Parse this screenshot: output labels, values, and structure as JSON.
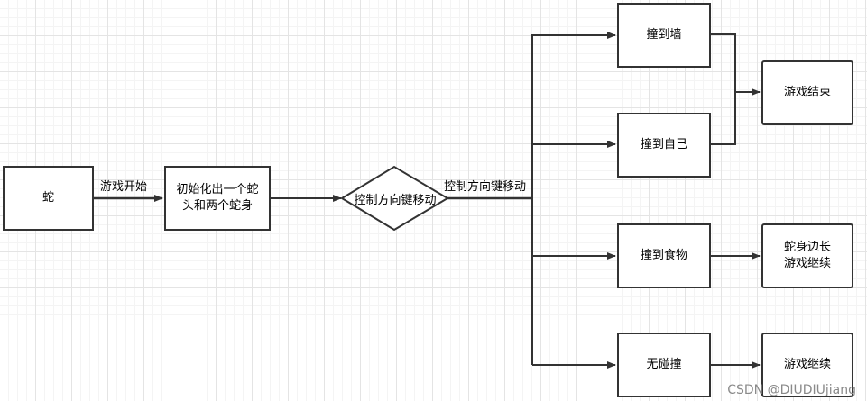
{
  "nodes": {
    "snake": "蛇",
    "init": "初始化出一个蛇\n头和两个蛇身",
    "control": "控制方向键移动",
    "hit_wall": "撞到墙",
    "hit_self": "撞到自己",
    "hit_food": "撞到食物",
    "no_collision": "无碰撞",
    "game_over": "游戏结束",
    "grow_continue": "蛇身边长\n游戏继续",
    "continue": "游戏继续"
  },
  "edges": {
    "start": "游戏开始",
    "move": "控制方向键移动"
  },
  "watermark": "CSDN @DIUDIUjiang",
  "colors": {
    "stroke": "#333333",
    "grid": "#e4e4e4"
  }
}
